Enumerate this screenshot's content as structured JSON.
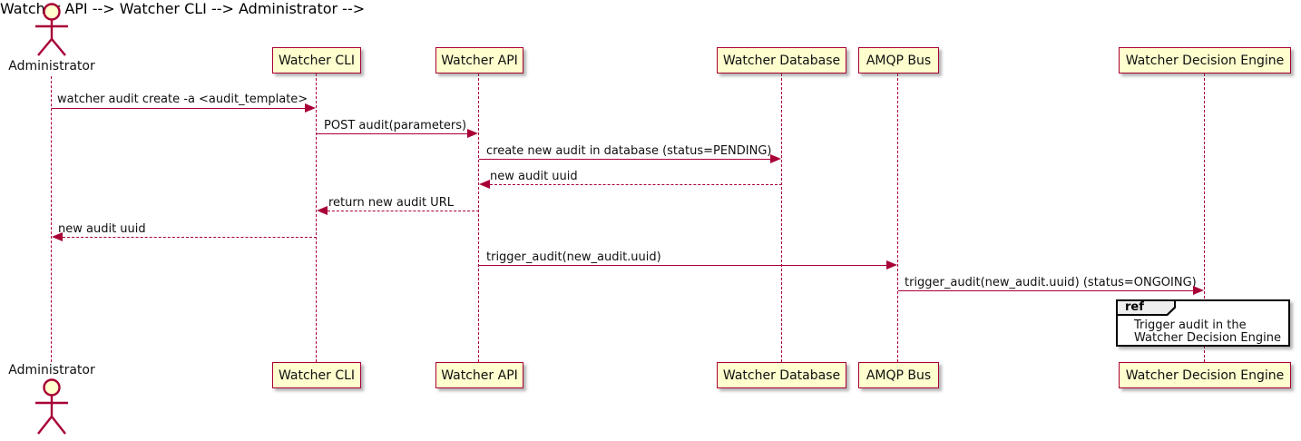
{
  "diagram_type": "uml-sequence-diagram",
  "colors": {
    "participant_fill": "#FEFECE",
    "participant_border": "#A80036",
    "lifeline": "#A80036",
    "arrow": "#A80036",
    "text": "#101010",
    "ref_border": "#000000",
    "ref_tab_fill": "#EEEEEE",
    "background": "#FFFFFF"
  },
  "actors": [
    {
      "name": "Administrator"
    }
  ],
  "participants": [
    {
      "label": "Watcher CLI"
    },
    {
      "label": "Watcher API"
    },
    {
      "label": "Watcher Database"
    },
    {
      "label": "AMQP Bus"
    },
    {
      "label": "Watcher Decision Engine"
    }
  ],
  "messages": [
    {
      "from": "Administrator",
      "to": "Watcher CLI",
      "label": "watcher audit create -a <audit_template>",
      "line_style": "solid"
    },
    {
      "from": "Watcher CLI",
      "to": "Watcher API",
      "label": "POST audit(parameters)",
      "line_style": "solid"
    },
    {
      "from": "Watcher API",
      "to": "Watcher Database",
      "label": "create new audit in database (status=PENDING)",
      "line_style": "solid"
    },
    {
      "from": "Watcher Database",
      "to": "Watcher API",
      "label": "new audit uuid",
      "line_style": "dashed"
    },
    {
      "from": "Watcher API",
      "to": "Watcher CLI",
      "label": "return new audit URL",
      "line_style": "dashed"
    },
    {
      "from": "Watcher CLI",
      "to": "Administrator",
      "label": "new audit uuid",
      "line_style": "dashed"
    },
    {
      "from": "Watcher API",
      "to": "AMQP Bus",
      "label": "trigger_audit(new_audit.uuid)",
      "line_style": "solid"
    },
    {
      "from": "AMQP Bus",
      "to": "Watcher Decision Engine",
      "label": "trigger_audit(new_audit.uuid) (status=ONGOING)",
      "line_style": "solid"
    }
  ],
  "ref_fragment": {
    "keyword": "ref",
    "lines": [
      "Trigger audit in the",
      "Watcher Decision Engine"
    ]
  }
}
